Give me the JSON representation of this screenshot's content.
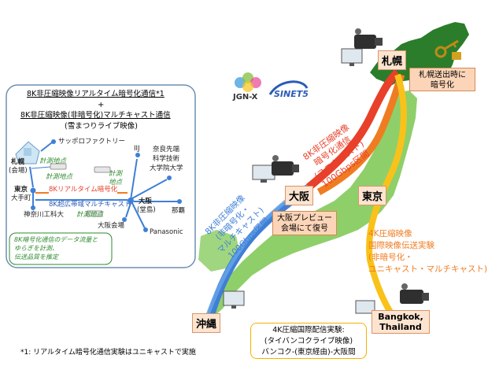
{
  "left_panel": {
    "title_line1": "8K非圧縮映像リアルタイム暗号化通信*1",
    "plus": "+",
    "title_line2": "8K非圧縮映像(非暗号化)マルチキャスト通信",
    "title_line3": "(雪まつりライブ映像)",
    "nodes": {
      "sapporo": "札幌",
      "sapporo_sub": "(会場)",
      "sapporo_factory": "サッポロファクトリー",
      "tokyo": "東京",
      "tokyo_sub": "大手町",
      "kanagawa": "神奈川工科大",
      "iij": "IIJ",
      "nara_l1": "奈良先端",
      "nara_l2": "科学技術",
      "nara_l3": "大学院大学",
      "osaka": "大阪",
      "osaka_sub": "(堂島)",
      "naha": "那覇",
      "osaka_venue": "大阪会場",
      "panasonic": "Panasonic"
    },
    "measure_point": "計測地点",
    "measure_point_split_l1": "計測",
    "measure_point_split_l2": "地点",
    "realtime_label": "8Kリアルタイム暗号化",
    "multicast_label": "8K超広帯域マルチキャスト",
    "note_l1": "8K暗号化通信のデータ流量と",
    "note_l2": "ゆらぎを計測、",
    "note_l3": "伝送品質を推定"
  },
  "footnote": "*1: リアルタイム暗号化通信実験はユニキャストで実施",
  "logos": {
    "jgn": "JGN-X",
    "sinet": "SINET5"
  },
  "map": {
    "sapporo": "札幌",
    "sapporo_note_l1": "札幌送出時に",
    "sapporo_note_l2": "暗号化",
    "osaka": "大阪",
    "tokyo": "東京",
    "okinawa": "沖縄",
    "osaka_preview_l1": "大阪プレビュー",
    "osaka_preview_l2": "会場にて復号",
    "bangkok_l1": "Bangkok,",
    "bangkok_l2": "Thailand",
    "red_route_l1": "8K非圧縮映像",
    "red_route_l2": "暗号化通信",
    "red_route_l3": "(ユニキャスト)",
    "red_route_l4": "100Gbps区間",
    "blue_route_l1": "8K非圧縮映像",
    "blue_route_l2": "(非暗号化・",
    "blue_route_l3": "マルチキャスト)",
    "blue_route_l4": "100Gbps区間",
    "orange_route_l1": "4K圧縮映像",
    "orange_route_l2": "国際映像伝送実験",
    "orange_route_l3": "(非暗号化・",
    "orange_route_l4": "ユニキャスト・マルチキャスト)",
    "exp_box_l1": "4K圧縮国際配信実験:",
    "exp_box_l2": "(タイバンコクライブ映像)",
    "exp_box_l3": "バンコク-(東京経由)-大阪間"
  },
  "colors": {
    "red": "#e8402a",
    "blue": "#3f7fd6",
    "orange": "#f07c22",
    "yellow": "#f9c21a",
    "green_land": "#8fcf6a",
    "dark_green": "#2e8b2e"
  }
}
